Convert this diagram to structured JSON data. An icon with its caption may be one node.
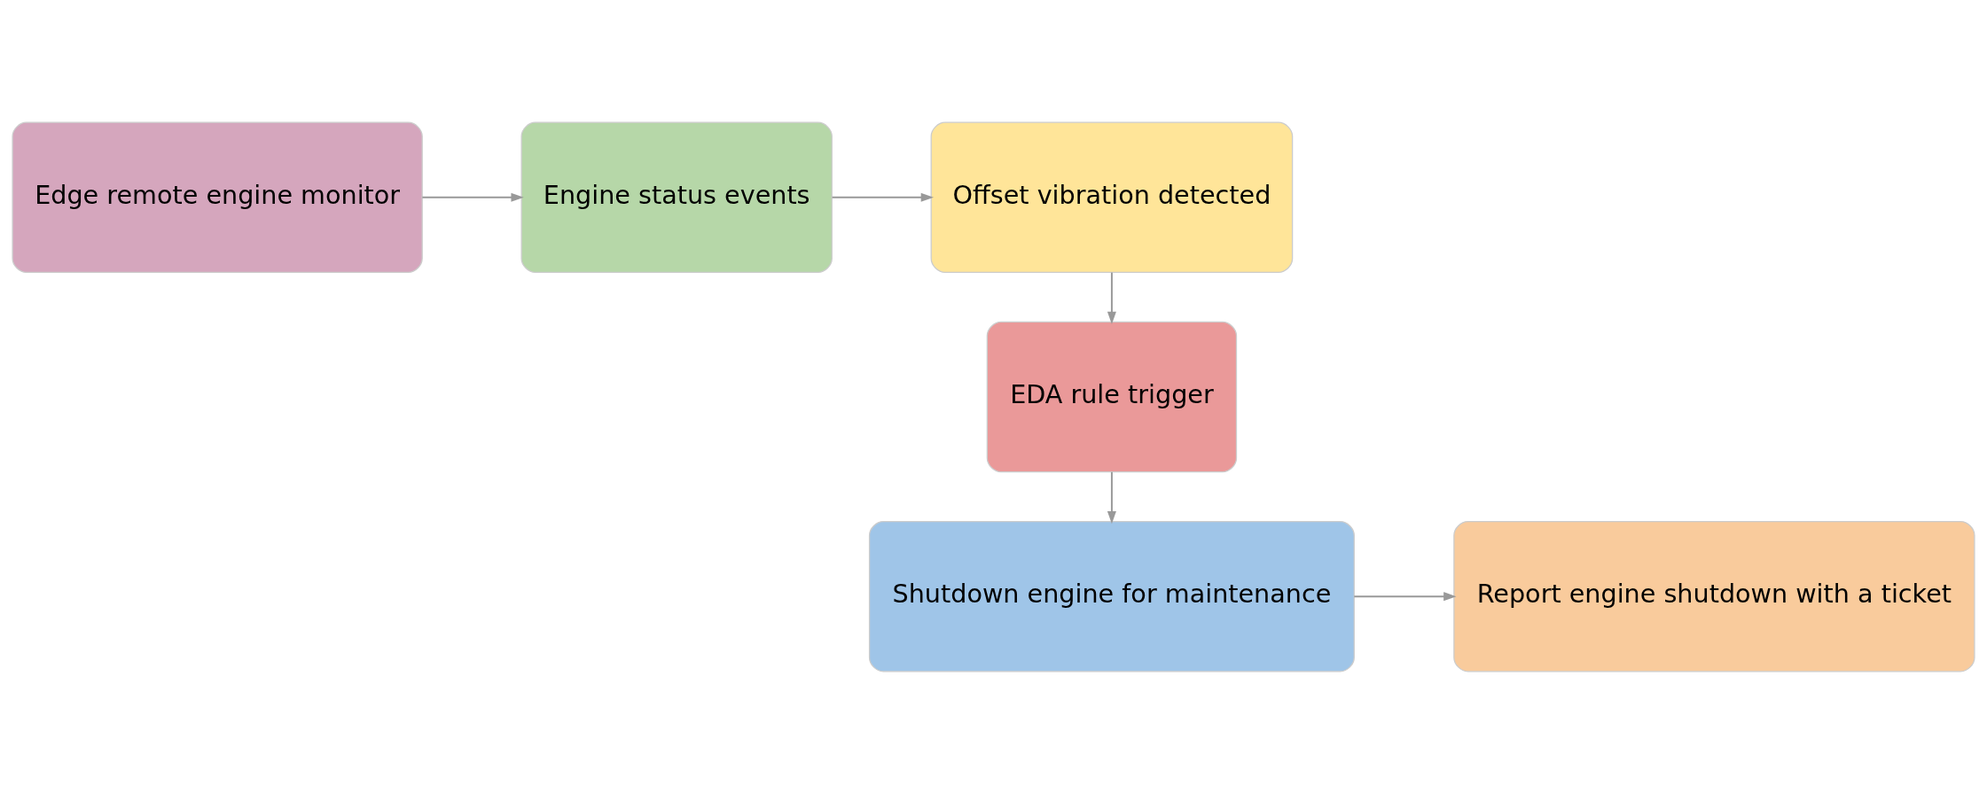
{
  "diagram": {
    "nodes": [
      {
        "text": [
          "Edge remote engine monitor"
        ]
      },
      {
        "text": [
          "Engine status events"
        ]
      },
      {
        "text": [
          "Offset vibration detected"
        ]
      },
      {
        "text": [
          "EDA rule trigger"
        ]
      },
      {
        "text": [
          "Shutdown engine for maintenance"
        ]
      },
      {
        "text": [
          "Report engine shutdown with a ticket"
        ]
      }
    ],
    "edges": [
      {
        "from": 0,
        "to": 1,
        "arrow": "to"
      },
      {
        "from": 1,
        "to": 2,
        "arrow": "to"
      },
      {
        "from": 2,
        "to": 3,
        "arrow": "to"
      },
      {
        "from": 3,
        "to": 4,
        "arrow": "to"
      },
      {
        "from": 4,
        "to": 5,
        "arrow": "to"
      }
    ]
  }
}
